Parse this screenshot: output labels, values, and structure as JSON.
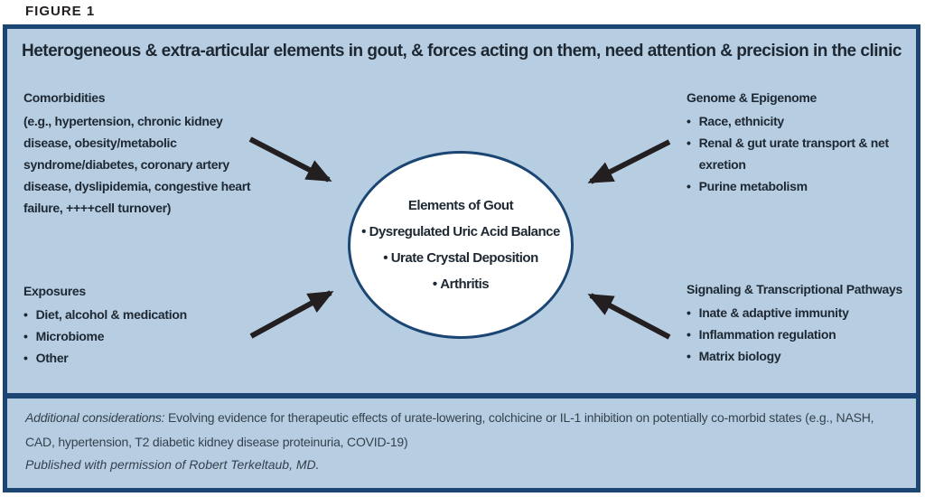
{
  "figure_label": "FIGURE 1",
  "title": "Heterogeneous & extra-articular elements in gout, & forces acting on them, need attention & precision in the clinic",
  "glyphs": {
    "bullet": "•"
  },
  "colors": {
    "box_background": "#b7cde2",
    "box_border": "#1b4673",
    "separator": "#1b4673",
    "text": "#1e2832",
    "arrow": "#231f20",
    "ellipse_fill": "#ffffff"
  },
  "quadrants": {
    "top_left": {
      "heading": "Comorbidities",
      "body": "(e.g., hypertension, chronic kidney disease, obesity/metabolic syndrome/diabetes, coronary artery disease, dyslipidemia, congestive heart failure, ++++cell turnover)"
    },
    "top_right": {
      "heading": "Genome & Epigenome",
      "bullets": [
        "Race, ethnicity",
        "Renal & gut urate transport & net exretion",
        "Purine metabolism"
      ]
    },
    "bottom_left": {
      "heading": "Exposures",
      "bullets": [
        "Diet, alcohol & medication",
        "Microbiome",
        "Other"
      ]
    },
    "bottom_right": {
      "heading": "Signaling & Transcriptional Pathways",
      "bullets": [
        "Inate & adaptive immunity",
        "Inflammation regulation",
        "Matrix biology"
      ]
    }
  },
  "center": {
    "heading": "Elements of Gout",
    "bullets": [
      "Dysregulated Uric Acid Balance",
      "Urate Crystal Deposition",
      "Arthritis"
    ]
  },
  "footer": {
    "note_lead": "Additional considerations:",
    "note_text": " Evolving evidence for therapeutic effects of urate-lowering, colchicine or IL-1 inhibition on potentially co-morbid states (e.g., NASH, CAD, hypertension, T2 diabetic kidney disease proteinuria, COVID-19)",
    "permission": "Published with permission of Robert Terkeltaub, MD."
  }
}
